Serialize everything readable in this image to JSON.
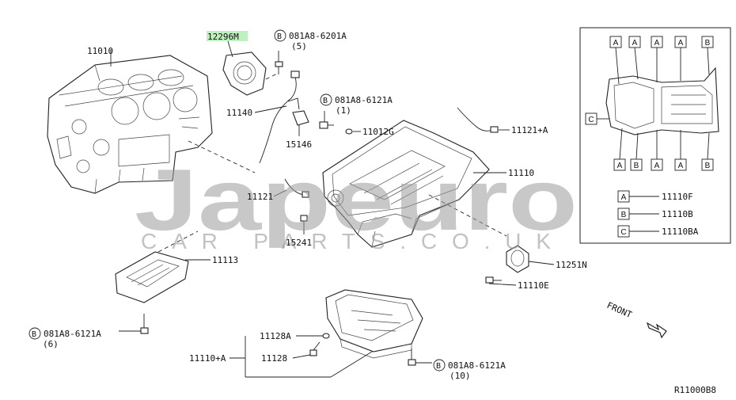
{
  "labels": {
    "cylinder_block": "11010",
    "rear_seal_retainer": "12296M",
    "bolt_top": "081A8-6201A",
    "bolt_top_qty": "(5)",
    "dipstick_guide": "11140",
    "bolt_mid": "081A8-6121A",
    "bolt_mid_qty": "(1)",
    "sensor": "15146",
    "drain_plug_gasket": "11012G",
    "tube_right": "11121+A",
    "oil_pan_upper": "11110",
    "tube_left": "11121",
    "oil_temp_sensor": "15241",
    "baffle": "11113",
    "cover_plate": "11251N",
    "bolt_plate": "11110E",
    "bolt_left": "081A8-6121A",
    "bolt_left_qty": "(6)",
    "plug_gasket": "11128A",
    "oil_pan_assy": "11110+A",
    "drain_plug": "11128",
    "bolt_bottom": "081A8-6121A",
    "bolt_bottom_qty": "(10)",
    "bolt_circle_letter": "B",
    "front": "FRONT",
    "diagram_code": "R11000B8"
  },
  "watermark": {
    "main": "Japeuro",
    "sub": "CAR PARTS.CO.UK"
  },
  "inset": {
    "top_markers": [
      "A",
      "A",
      "A",
      "A",
      "B"
    ],
    "side_marker": "C",
    "bottom_markers": [
      "A",
      "B",
      "A",
      "A",
      "B"
    ],
    "legend": [
      {
        "key": "A",
        "part": "11110F"
      },
      {
        "key": "B",
        "part": "11110B"
      },
      {
        "key": "C",
        "part": "11110BA"
      }
    ]
  },
  "colors": {
    "highlight": "#bff0bf",
    "watermark": "#9a9a9a",
    "line": "#222222"
  }
}
